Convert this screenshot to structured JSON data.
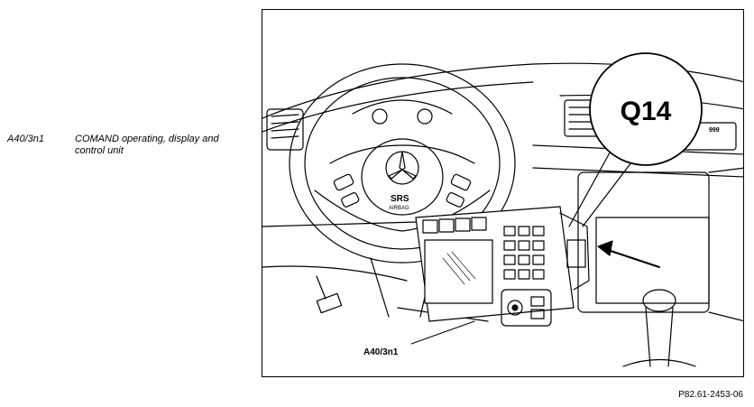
{
  "legend": {
    "items": [
      {
        "code": "A40/3n1",
        "description": "COMAND operating, display and control unit"
      }
    ]
  },
  "figure": {
    "callout": "Q14",
    "label": "A40/3n1",
    "airbag_text": "SRS",
    "airbag_subtext": "AIRBAG",
    "vent_text": "999"
  },
  "reference": "P82.61-2453-06"
}
